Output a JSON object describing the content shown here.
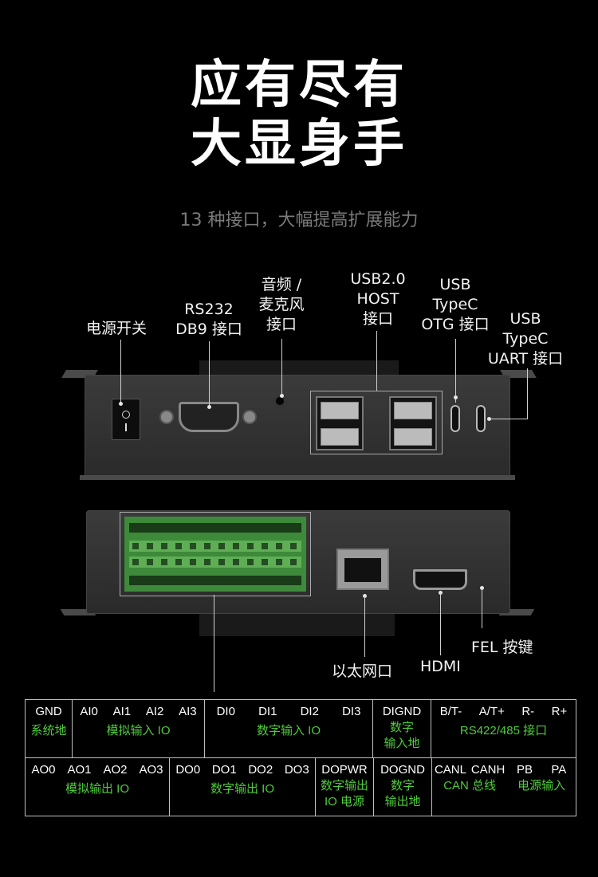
{
  "header": {
    "title_line1": "应有尽有",
    "title_line2": "大显身手",
    "subtitle": "13 种接口，大幅提高扩展能力"
  },
  "top_labels": {
    "power_switch": "电源开关",
    "rs232_l1": "RS232",
    "rs232_l2": "DB9 接口",
    "audio_l1": "音频 /",
    "audio_l2": "麦克风",
    "audio_l3": "接口",
    "usb_host_l1": "USB2.0",
    "usb_host_l2": "HOST",
    "usb_host_l3": "接口",
    "otg_l1": "USB",
    "otg_l2": "TypeC",
    "otg_l3": "OTG 接口",
    "uart_l1": "USB",
    "uart_l2": "TypeC",
    "uart_l3": "UART 接口"
  },
  "bottom_labels": {
    "ethernet": "以太网口",
    "hdmi": "HDMI",
    "fel": "FEL 按键"
  },
  "io_table": {
    "row1": {
      "gnd": {
        "top": "GND",
        "sub": "系统地"
      },
      "ai": {
        "pins": [
          "AI0",
          "AI1",
          "AI2",
          "AI3"
        ],
        "sub": "模拟输入 IO"
      },
      "di": {
        "pins": [
          "DI0",
          "DI1",
          "DI2",
          "DI3"
        ],
        "sub": "数字输入 IO"
      },
      "digind": {
        "top": "DIGND",
        "sub_l1": "数字",
        "sub_l2": "输入地"
      },
      "rs": {
        "pins": [
          "B/T-",
          "A/T+",
          "R-",
          "R+"
        ],
        "sub": "RS422/485 接口"
      }
    },
    "row2": {
      "ao": {
        "pins": [
          "AO0",
          "AO1",
          "AO2",
          "AO3"
        ],
        "sub": "模拟输出 IO"
      },
      "do": {
        "pins": [
          "DO0",
          "DO1",
          "DO2",
          "DO3"
        ],
        "sub": "数字输出 IO"
      },
      "dopwr": {
        "top": "DOPWR",
        "sub_l1": "数字输出",
        "sub_l2": "IO 电源"
      },
      "dognd": {
        "top": "DOGND",
        "sub_l1": "数字",
        "sub_l2": "输出地"
      },
      "can": {
        "pins": [
          "CANL",
          "CANH"
        ],
        "sub": "CAN 总线"
      },
      "power": {
        "pins": [
          "PB",
          "PA"
        ],
        "sub": "电源输入"
      }
    }
  },
  "colors": {
    "background": "#000000",
    "accent_green": "#4ecb3a",
    "subtitle_gray": "#7a7a7a",
    "terminal_green": "#3d8a3a"
  }
}
